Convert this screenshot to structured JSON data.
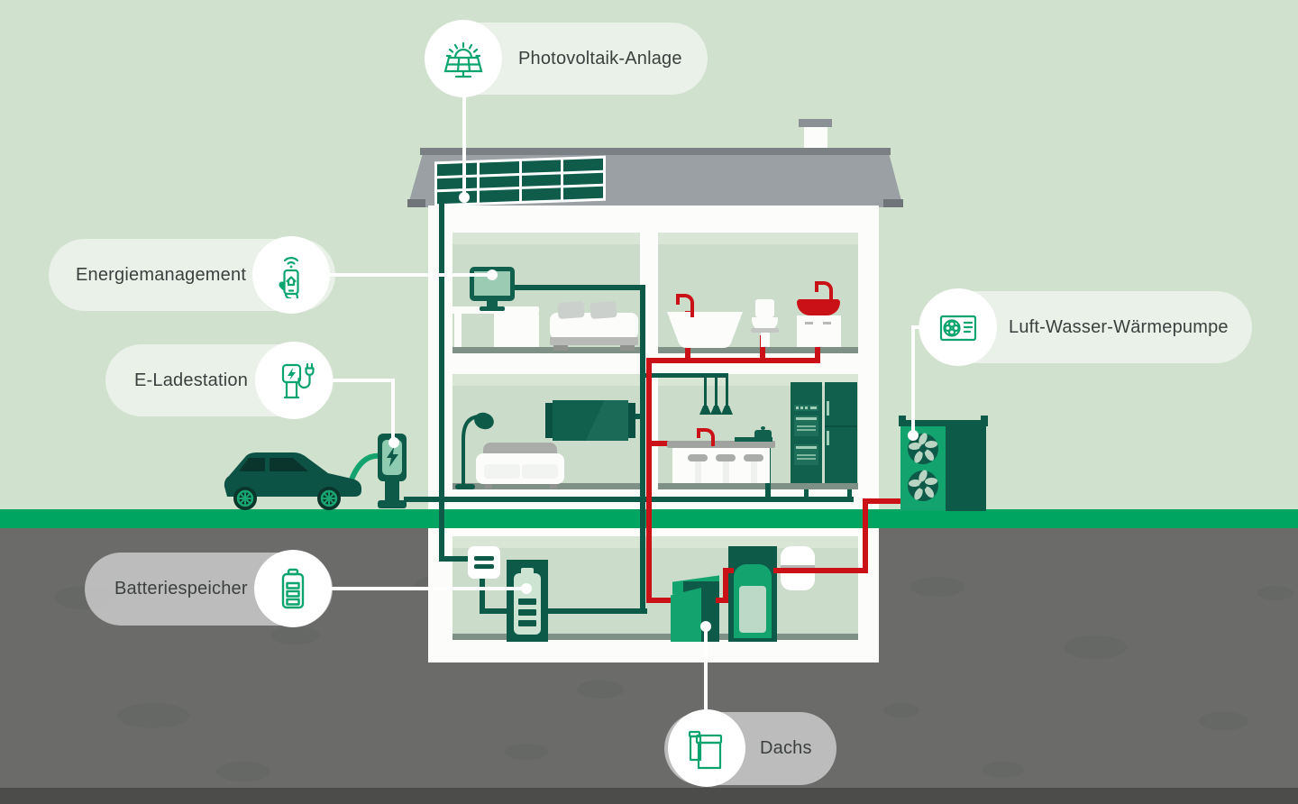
{
  "scene": {
    "type": "smart-home-energy-system-diagram",
    "description": "Cross-section of a house with photovoltaic, battery, heat pump, CHP unit, EV charging and energy management"
  },
  "labels": {
    "photovoltaik": {
      "text": "Photovoltaik-Anlage",
      "icon": "solar-panel-icon"
    },
    "energiemanagement": {
      "text": "Energiemanagement",
      "icon": "smartphone-energy-app-icon"
    },
    "e_ladestation": {
      "text": "E-Ladestation",
      "icon": "ev-charging-station-icon"
    },
    "waermepumpe": {
      "text": "Luft-Wasser-Wärmepumpe",
      "icon": "heat-pump-icon"
    },
    "batteriespeicher": {
      "text": "Batteriespeicher",
      "icon": "battery-icon"
    },
    "dachs": {
      "text": "Dachs",
      "icon": "chp-unit-icon"
    }
  },
  "palette": {
    "accent_green": "#0aa46e",
    "dark_green": "#0d5a49",
    "mid_green": "#12a36f",
    "pipe_red": "#cb1118",
    "grass_green": "#00a562",
    "sky_green": "#d0e1ce",
    "ground_gray": "#6b6c6a"
  }
}
